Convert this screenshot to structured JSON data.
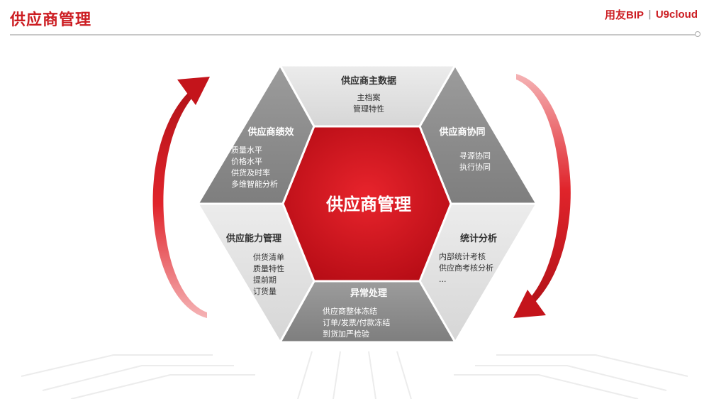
{
  "header": {
    "title": "供应商管理",
    "brand_primary": "用友BIP",
    "brand_separator": "|",
    "brand_secondary": "U9cloud"
  },
  "center": {
    "title": "供应商管理"
  },
  "segments": {
    "top": {
      "title": "供应商主数据",
      "items": [
        "主档案",
        "管理特性"
      ]
    },
    "upper_right": {
      "title": "供应商协同",
      "items": [
        "寻源协同",
        "执行协同"
      ]
    },
    "lower_right": {
      "title": "统计分析",
      "items": [
        "内部统计考核",
        "供应商考核分析",
        "..."
      ]
    },
    "bottom": {
      "title": "异常处理",
      "items": [
        "供应商整体冻结",
        "订单/发票/付款冻结",
        "到货加严检验"
      ]
    },
    "lower_left": {
      "title": "供应能力管理",
      "items": [
        "供货清单",
        "质量特性",
        "提前期",
        "订货量"
      ]
    },
    "upper_left": {
      "title": "供应商绩效",
      "items": [
        "质量水平",
        "价格水平",
        "供货及时率",
        "多维智能分析"
      ]
    }
  },
  "colors": {
    "accent": "#cc1d22",
    "center_fill": "#d0111b",
    "dark_segment": "#8e8e8e",
    "light_segment": "#e0e0e0"
  },
  "icons": {
    "left_arrow": "curved-arrow-up-icon",
    "right_arrow": "curved-arrow-down-icon"
  }
}
